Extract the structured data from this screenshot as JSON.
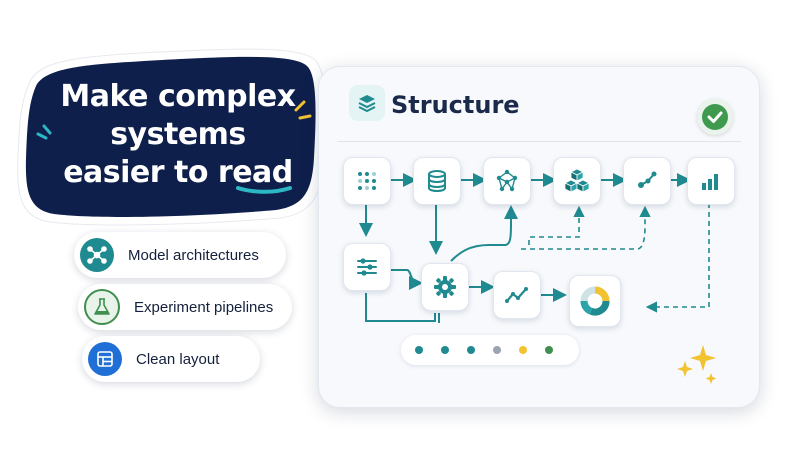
{
  "headline": {
    "lines": [
      "Make complex",
      "systems",
      "easier to read"
    ],
    "colors": {
      "badge": "#0f1f4b",
      "text": "#ffffff",
      "underline": "#2bb7c4",
      "spark_left": "#2bb7c4",
      "spark_right": "#f2c230"
    }
  },
  "features": [
    {
      "label": "Model architectures",
      "icon": "network-icon",
      "color": "#1f8a8f"
    },
    {
      "label": "Experiment pipelines",
      "icon": "flask-icon",
      "color": "#3f8f4f"
    },
    {
      "label": "Clean layout",
      "icon": "grid-layout-icon",
      "color": "#1f6fd6"
    }
  ],
  "card": {
    "title": "Structure",
    "title_icon": "layers-icon",
    "status_icon": "check-circle-icon",
    "accent": "#1f8a8f",
    "nodes": [
      "dot-grid-icon",
      "database-icon",
      "graph-nodes-icon",
      "cubes-icon",
      "share-icon",
      "bar-chart-icon",
      "sliders-icon",
      "gear-icon",
      "line-chart-icon",
      "donut-chart-icon"
    ],
    "pagination_colors": [
      "#1f8a8f",
      "#1f8a8f",
      "#1f8a8f",
      "#9aa3b2",
      "#f2c230",
      "#3f8f4f"
    ],
    "sparkle_icon": "sparkle-icon"
  }
}
